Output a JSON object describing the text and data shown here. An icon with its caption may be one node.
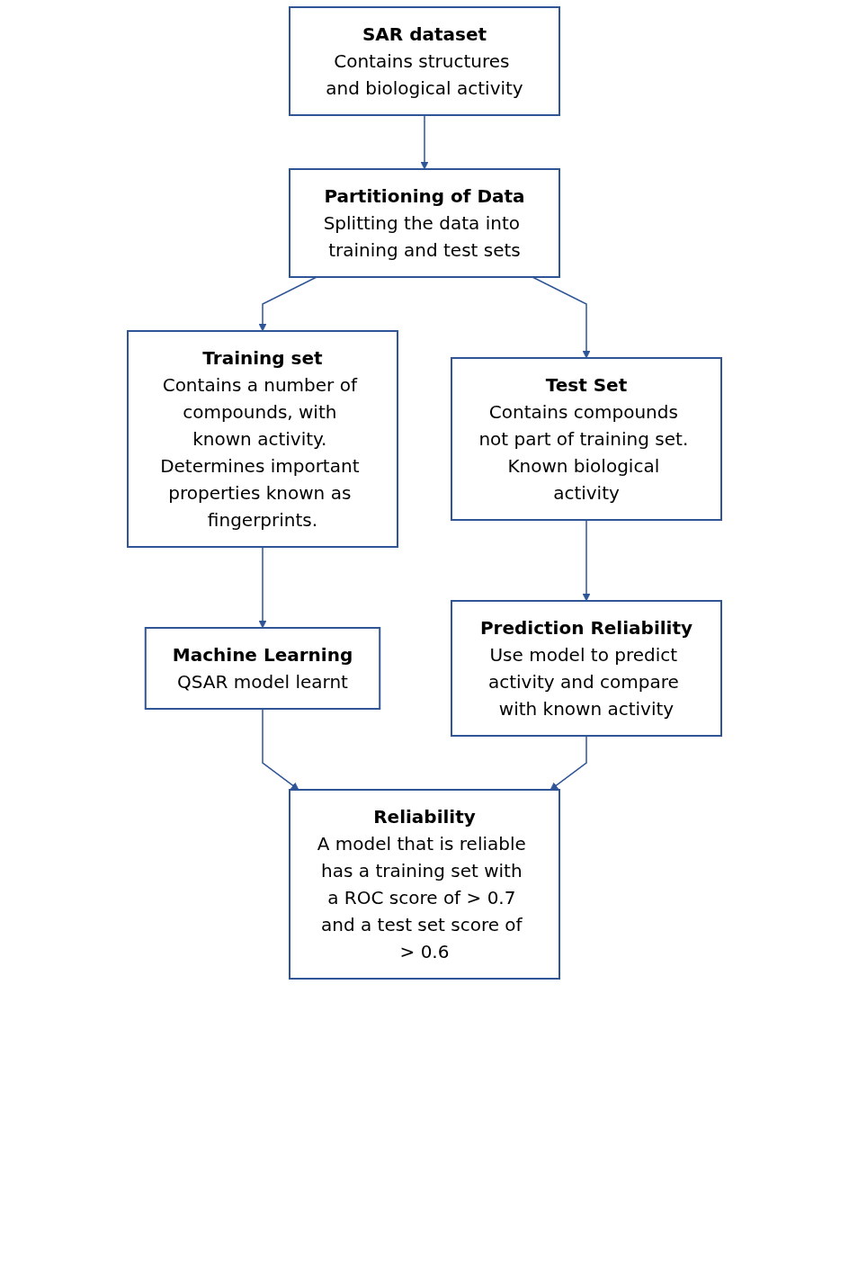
{
  "diagram": {
    "nodes": [
      {
        "text": [
          "SAR dataset",
          "Contains structures and biological activity"
        ]
      },
      {
        "text": [
          "Partitioning of Data",
          "Splitting the data into training and test sets"
        ]
      },
      {
        "text": [
          "Training set",
          "Contains a number of compounds, with known activity. Determines important properties known as fingerprints."
        ]
      },
      {
        "text": [
          "Test Set",
          "Contains compounds not part of training set. Known biological activity"
        ]
      },
      {
        "text": [
          "Machine Learning",
          "QSAR model learnt"
        ]
      },
      {
        "text": [
          "Prediction Reliability",
          "Use model to predict activity and compare with known activity"
        ]
      },
      {
        "text": [
          "Reliability",
          "A model that is reliable has a training set with a ROC score of > 0.7 and a test set score of > 0.6"
        ]
      }
    ],
    "edges": [
      {
        "from": 0,
        "to": 1,
        "arrow": "to"
      },
      {
        "from": 1,
        "to": 2,
        "arrow": "to"
      },
      {
        "from": 1,
        "to": 3,
        "arrow": "to"
      },
      {
        "from": 2,
        "to": 4,
        "arrow": "to"
      },
      {
        "from": 3,
        "to": 5,
        "arrow": "to"
      },
      {
        "from": 4,
        "to": 6,
        "arrow": "to"
      },
      {
        "from": 5,
        "to": 6,
        "arrow": "to"
      }
    ]
  }
}
